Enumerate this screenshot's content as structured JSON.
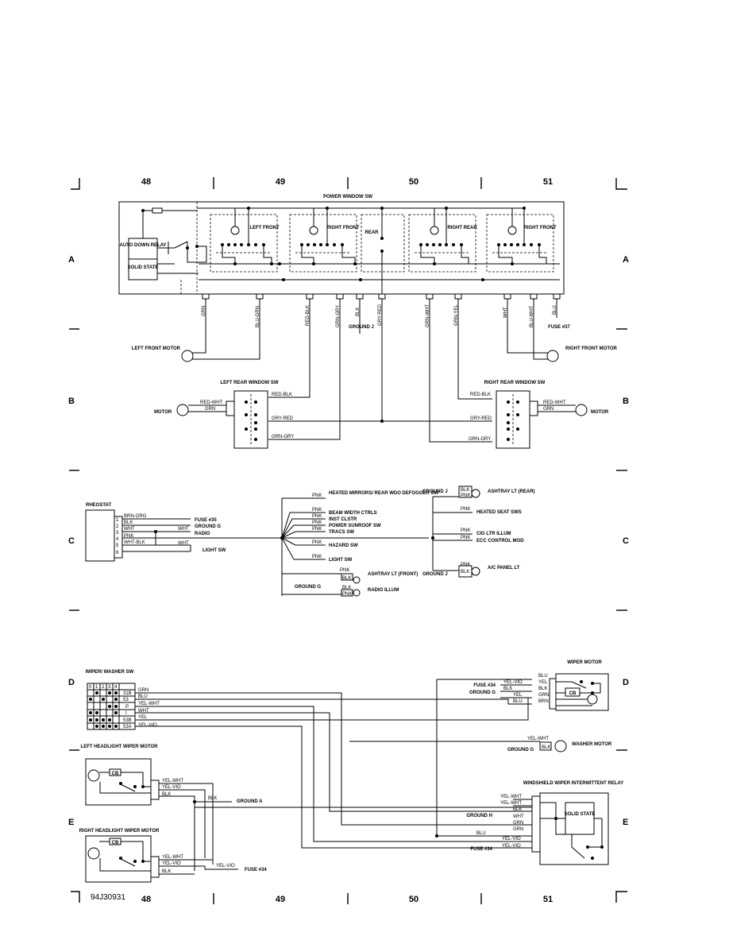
{
  "grid": {
    "columns": [
      "48",
      "49",
      "50",
      "51"
    ],
    "rows": [
      "A",
      "B",
      "C",
      "D",
      "E"
    ]
  },
  "power_window": {
    "title": "POWER WINDOW SW",
    "relay": "AUTO DOWN RELAY",
    "solid_state": "SOLID STATE",
    "sections": [
      "LEFT FRONT",
      "RIGHT FRONT",
      "REAR",
      "RIGHT REAR",
      "RIGHT FRONT"
    ],
    "wires": [
      "GRN",
      "BLU-GRN",
      "RED-BLK",
      "GRN-GRY",
      "BLK",
      "GRY-RED",
      "GRN-WHT",
      "GRN-YEL",
      "WHT",
      "BLU-WHT",
      "BLU"
    ],
    "ground": "GROUND J",
    "fuse": "FUSE #37",
    "left_motor": "LEFT FRONT MOTOR",
    "right_motor": "RIGHT FRONT MOTOR"
  },
  "rear_switches": {
    "left_title": "LEFT REAR WINDOW SW",
    "right_title": "RIGHT REAR WINDOW SW",
    "motor": "MOTOR",
    "left_wires": [
      "RED-WHT",
      "GRN",
      "RED-BLK",
      "GRY-RED",
      "GRN-GRY"
    ],
    "right_wires": [
      "RED-BLK",
      "GRY-RED",
      "GRN-GRY",
      "RED-WHT",
      "GRN"
    ]
  },
  "rheostat": {
    "title": "RHEOSTAT",
    "pins": [
      "1",
      "2",
      "3",
      "4",
      "5",
      "6"
    ],
    "wires": [
      "BRN-ORG",
      "BLK",
      "WHT",
      "PNK",
      "WHT-BLK"
    ],
    "fuse": "FUSE #35",
    "ground": "GROUND G",
    "radio": "RADIO",
    "wht": "WHT",
    "light_sw": "LIGHT SW",
    "pnk": "PNK",
    "blk": "BLK",
    "illum_list": [
      "HEATED MIRRORS/ REAR WDO DEFOGGER SW",
      "BEAM WIDTH CTRLS",
      "INST CLSTR",
      "POWER SUNROOF SW",
      "TRACS SW",
      "HAZARD SW",
      "LIGHT SW"
    ],
    "ashtray_front": "ASHTRAY LT (FRONT)",
    "radio_illum": "RADIO ILLUM",
    "ground_g": "GROUND G",
    "ground_j": "GROUND J",
    "ashtray_rear": "ASHTRAY LT (REAR)",
    "heated_seat": "HEATED SEAT SWS",
    "cig": "CIG LTR ILLUM",
    "ecc": "ECC CONTROL MOD",
    "ac_panel": "A/C PANEL LT"
  },
  "wiper": {
    "switch_title": "WIPER/ WASHER SW",
    "switch_cols": [
      "0",
      "1",
      "2",
      "3",
      "4"
    ],
    "switch_rows": [
      "31B",
      "53",
      "P",
      "I",
      "53B",
      "53A"
    ],
    "switch_wires": [
      "GRN",
      "BLU",
      "YEL-WHT",
      "WHT",
      "YEL",
      "YEL-VIO"
    ],
    "left_hl": "LEFT HEADLIGHT WIPER MOTOR",
    "right_hl": "RIGHT HEADLIGHT WIPER MOTOR",
    "cb": "CB",
    "hl_wires": [
      "YEL-WHT",
      "YEL-VIO",
      "BLK"
    ],
    "blk": "BLK",
    "ground_a": "GROUND A",
    "yel_vio": "YEL-VIO",
    "fuse34": "FUSE #34",
    "motor_title": "WIPER MOTOR",
    "motor_wires": [
      "BLU",
      "YEL",
      "BLK",
      "GRN",
      "BRN"
    ],
    "motor_left_wires": [
      "YEL-VIO",
      "BLK",
      "YEL",
      "BLU"
    ],
    "ground_g": "GROUND G",
    "washer_wires": [
      "YEL-WHT",
      "BLK"
    ],
    "washer_motor": "WASHER MOTOR",
    "relay_title": "WINDSHIELD WIPER INTERMITTENT RELAY",
    "relay_wires": [
      "YEL-WHT",
      "YEL-WHT",
      "BLK",
      "WHT",
      "GRN",
      "GRN",
      "YEL-VIO",
      "YEL-VIO"
    ],
    "ground_h": "GROUND H",
    "blu": "BLU",
    "solid_state": "SOLID STATE"
  },
  "footer_code": "94J30931"
}
